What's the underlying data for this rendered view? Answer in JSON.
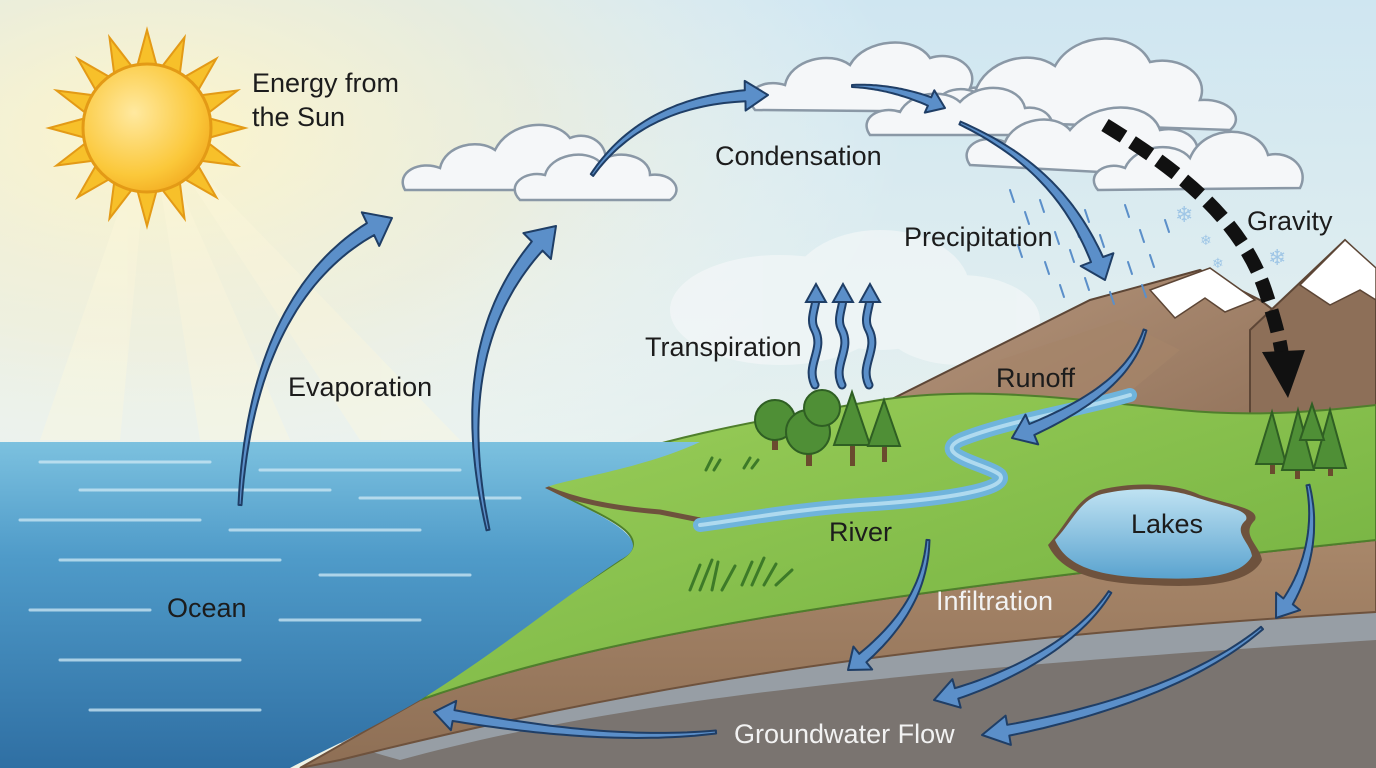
{
  "labels": {
    "sun": [
      "Energy from",
      "the Sun"
    ],
    "condensation": "Condensation",
    "precipitation": "Precipitation",
    "gravity": "Gravity",
    "transpiration": "Transpiration",
    "evaporation": "Evaporation",
    "runoff": "Runoff",
    "river": "River",
    "lakes": "Lakes",
    "ocean": "Ocean",
    "infiltration": "Infiltration",
    "groundwater": "Groundwater Flow"
  },
  "colors": {
    "arrow": "#5b8fc9",
    "arrow_outline": "#1f3e66",
    "gravity_arrow": "#111111",
    "ocean": "#4f9bc9",
    "grass": "#7fbf4a",
    "mountain": "#9a7a62",
    "sun": "#f7c02a",
    "sky": "#d8ecf4"
  }
}
